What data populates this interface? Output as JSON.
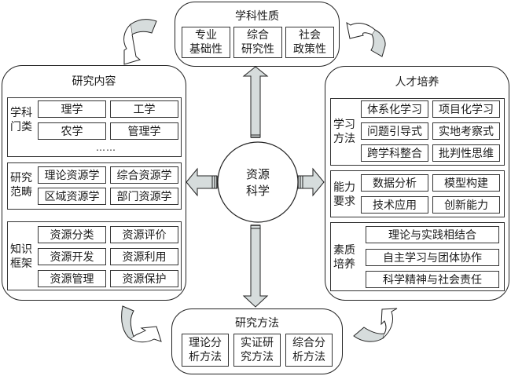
{
  "center": {
    "line1": "资源",
    "line2": "科学"
  },
  "top_panel": {
    "title": "学科性质",
    "items": [
      {
        "line1": "专业",
        "line2": "基础性"
      },
      {
        "line1": "综合",
        "line2": "研究性"
      },
      {
        "line1": "社会",
        "line2": "政策性"
      }
    ]
  },
  "left_panel": {
    "title": "研究内容",
    "groups": [
      {
        "label1": "学科",
        "label2": "门类",
        "items": [
          "理学",
          "工学",
          "农学",
          "管理学"
        ],
        "more": "……"
      },
      {
        "label1": "研究",
        "label2": "范畴",
        "items": [
          "理论资源学",
          "综合资源学",
          "区域资源学",
          "部门资源学"
        ]
      },
      {
        "label1": "知识",
        "label2": "框架",
        "items": [
          "资源分类",
          "资源评价",
          "资源开发",
          "资源利用",
          "资源管理",
          "资源保护"
        ]
      }
    ]
  },
  "right_panel": {
    "title": "人才培养",
    "groups": [
      {
        "label1": "学习",
        "label2": "方法",
        "items": [
          "体系化学习",
          "项目化学习",
          "问题引导式",
          "实地考察式",
          "跨学科整合",
          "批判性思维"
        ]
      },
      {
        "label1": "能力",
        "label2": "要求",
        "items": [
          "数据分析",
          "模型构建",
          "技术应用",
          "创新能力"
        ]
      },
      {
        "label1": "素质",
        "label2": "培养",
        "items": [
          "理论与实践相结合",
          "自主学习与团体协作",
          "科学精神与社会责任"
        ]
      }
    ]
  },
  "bottom_panel": {
    "title": "研究方法",
    "items": [
      {
        "line1": "理论分",
        "line2": "析方法"
      },
      {
        "line1": "实证研",
        "line2": "究方法"
      },
      {
        "line1": "综合分",
        "line2": "析方法"
      }
    ]
  },
  "colors": {
    "arrow_fill": "#d6dcdc",
    "stroke": "#222222"
  }
}
